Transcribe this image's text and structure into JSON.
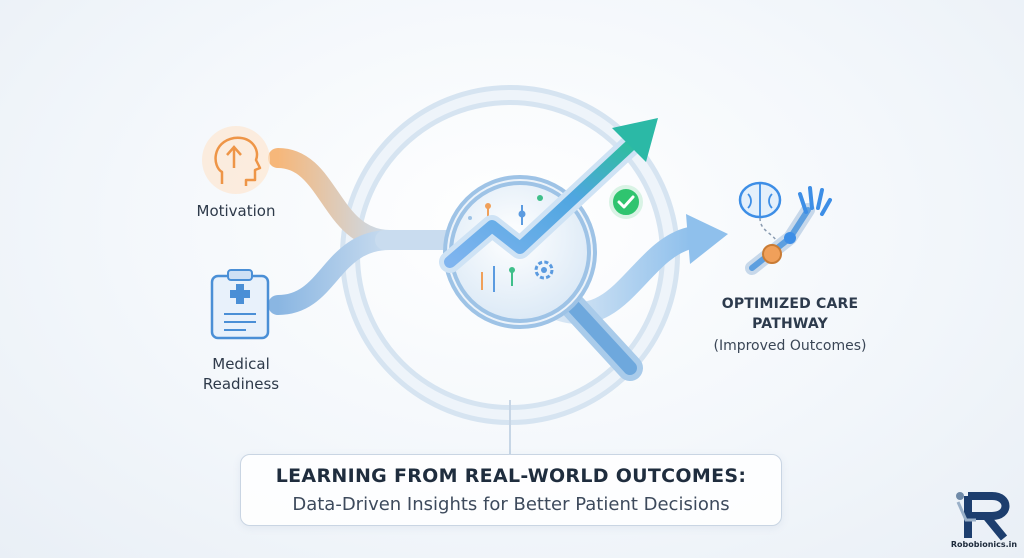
{
  "inputs": [
    {
      "label": "Motivation",
      "icon": "head-arrow-icon",
      "color": "#f0a05a"
    },
    {
      "label": "Medical Readiness",
      "icon": "clipboard-medical-icon",
      "color": "#4a8fd6"
    }
  ],
  "output": {
    "title": "OPTIMIZED CARE PATHWAY",
    "subtitle": "(Improved Outcomes)",
    "icons": [
      "brain-icon",
      "robotic-arm-icon"
    ]
  },
  "center": {
    "icons": [
      "magnifier-icon",
      "trend-arrow-icon",
      "check-badge-icon",
      "gear-icon"
    ]
  },
  "caption": {
    "title": "LEARNING FROM REAL-WORLD OUTCOMES:",
    "subtitle": "Data-Driven Insights for Better Patient Decisions"
  },
  "brand": {
    "name": "Robobionics.in",
    "logo": "robobionics-logo-icon"
  },
  "colors": {
    "flow": "#a9c8e6",
    "accent_blue": "#3d8ee6",
    "accent_green": "#28c06a",
    "orange": "#f0a05a",
    "text": "#2e3a4a"
  }
}
